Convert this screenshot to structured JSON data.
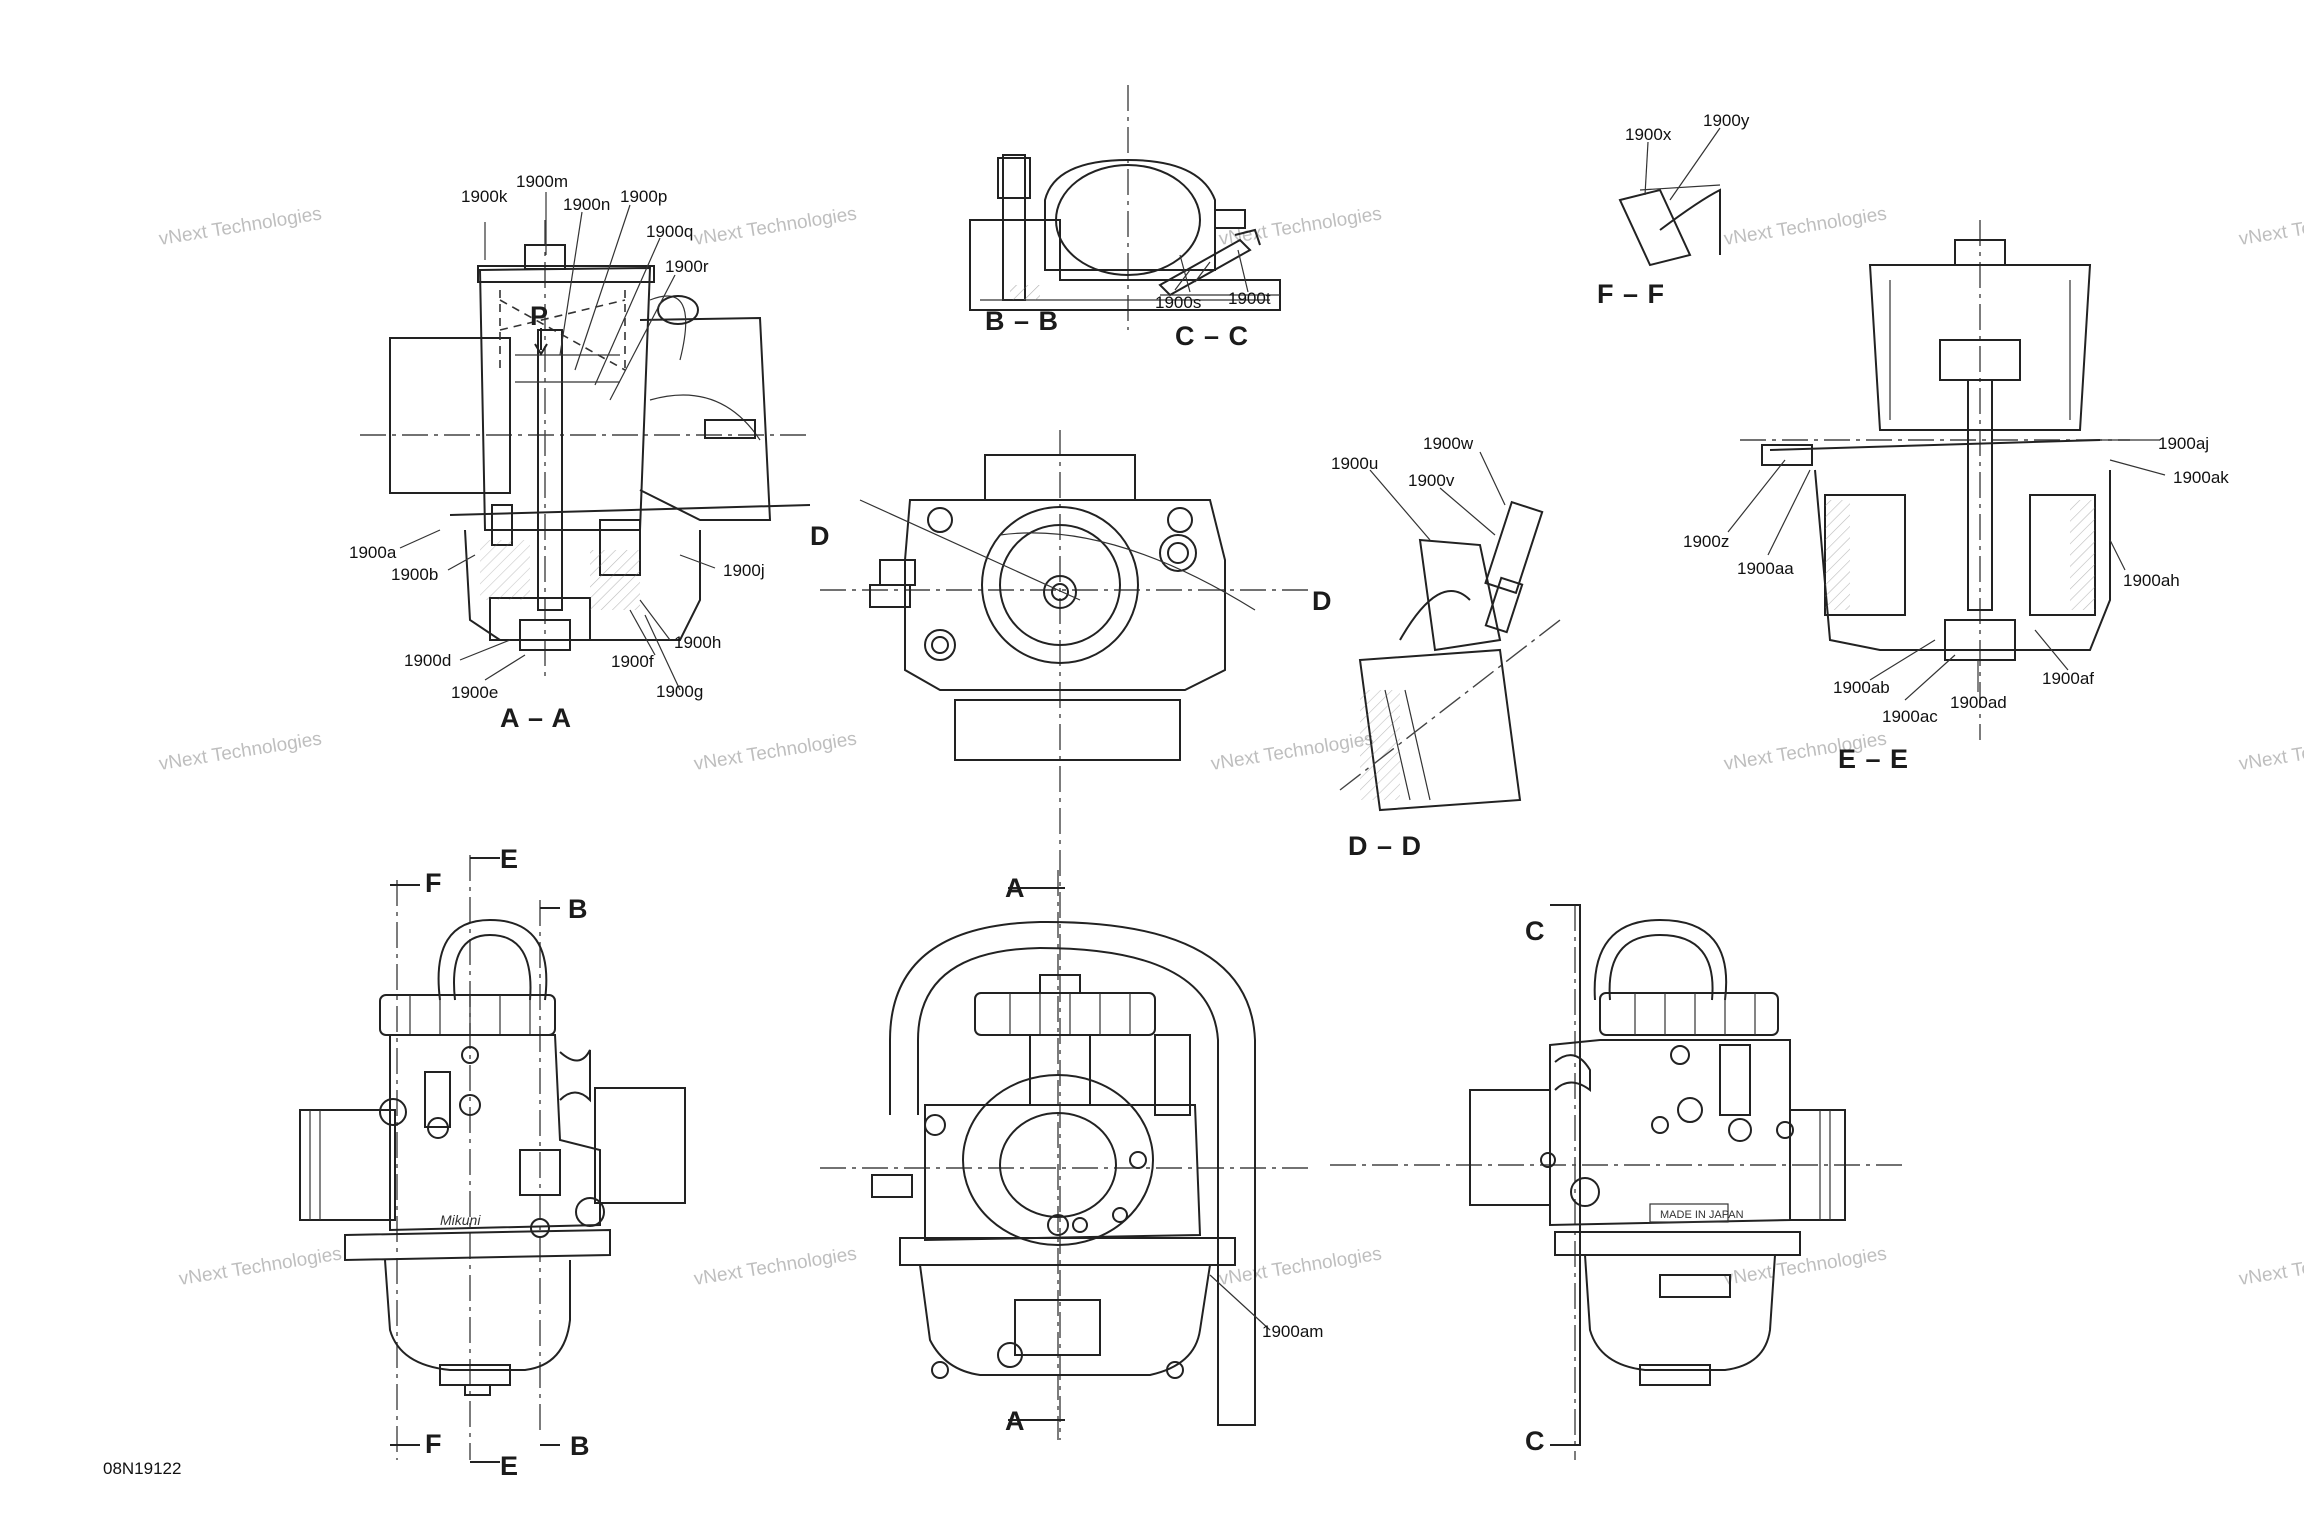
{
  "drawing_code": "08N19122",
  "watermark": "vNext Technologies",
  "callouts": {
    "a": "1900a",
    "b": "1900b",
    "d": "1900d",
    "e": "1900e",
    "f": "1900f",
    "g": "1900g",
    "h": "1900h",
    "j": "1900j",
    "k": "1900k",
    "m": "1900m",
    "n": "1900n",
    "p": "1900p",
    "q": "1900q",
    "r": "1900r",
    "s": "1900s",
    "t": "1900t",
    "u": "1900u",
    "v": "1900v",
    "w": "1900w",
    "x": "1900x",
    "y": "1900y",
    "z": "1900z",
    "aa": "1900aa",
    "ab": "1900ab",
    "ac": "1900ac",
    "ad": "1900ad",
    "af": "1900af",
    "ah": "1900ah",
    "aj": "1900aj",
    "ak": "1900ak",
    "am": "1900am"
  },
  "section_labels": {
    "aa": "A – A",
    "bb": "B – B",
    "cc": "C – C",
    "dd": "D – D",
    "ee": "E – E",
    "ff": "F – F",
    "p": "P",
    "a": "A",
    "b": "B",
    "c": "C",
    "d": "D",
    "e": "E",
    "f": "F"
  },
  "body_marks": {
    "made_in": "MADE IN JAPAN",
    "brand": "Mikuni"
  }
}
